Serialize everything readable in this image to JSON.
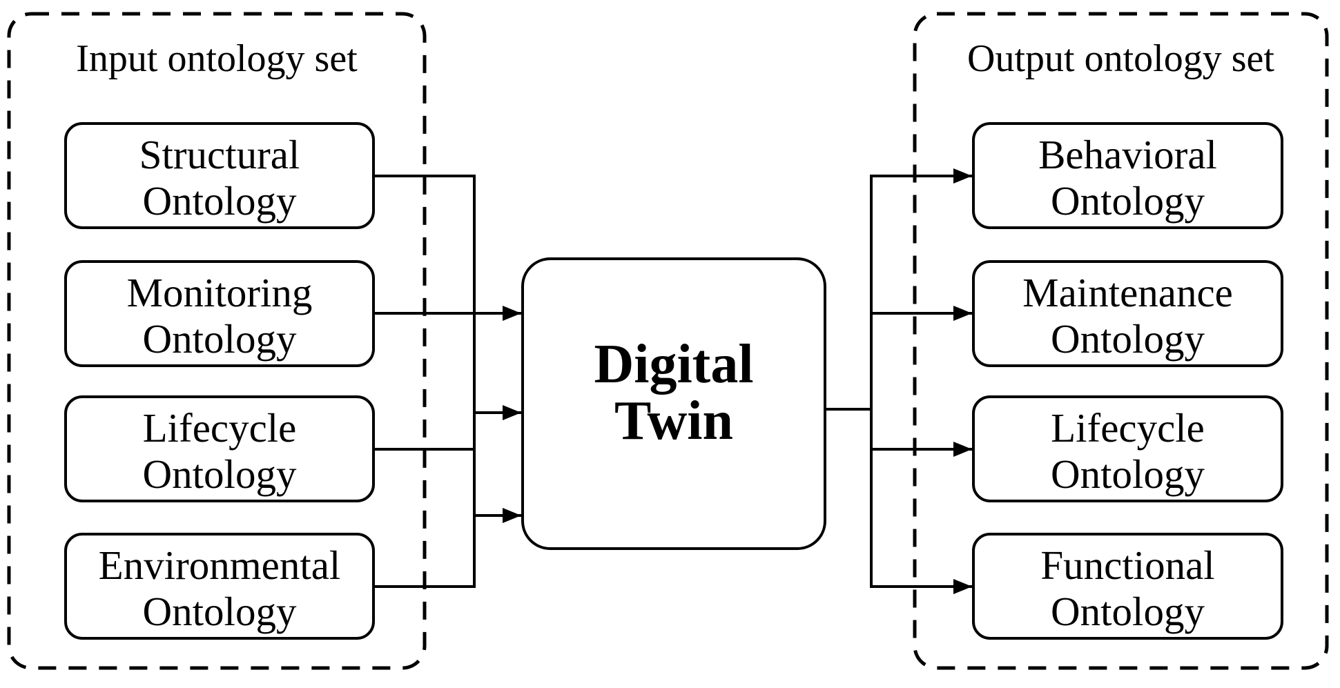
{
  "diagram": {
    "title": "Digital Twin ontology mapping diagram",
    "colors": {
      "line": "#000000",
      "text": "#000000",
      "background": "#ffffff"
    },
    "input_set": {
      "title": "Input ontology set",
      "items": [
        {
          "label": "Structural Ontology",
          "lines": [
            "Structural",
            "Ontology"
          ]
        },
        {
          "label": "Monitoring Ontology",
          "lines": [
            "Monitoring",
            "Ontology"
          ]
        },
        {
          "label": "Lifecycle Ontology",
          "lines": [
            "Lifecycle",
            "Ontology"
          ]
        },
        {
          "label": "Environmental Ontology",
          "lines": [
            "Environmental",
            "Ontology"
          ]
        }
      ]
    },
    "center": {
      "label": "Digital Twin",
      "lines": [
        "Digital",
        "Twin"
      ]
    },
    "output_set": {
      "title": "Output ontology set",
      "items": [
        {
          "label": "Behavioral Ontology",
          "lines": [
            "Behavioral",
            "Ontology"
          ]
        },
        {
          "label": "Maintenance Ontology",
          "lines": [
            "Maintenance",
            "Ontology"
          ]
        },
        {
          "label": "Lifecycle Ontology",
          "lines": [
            "Lifecycle",
            "Ontology"
          ]
        },
        {
          "label": "Functional Ontology",
          "lines": [
            "Functional",
            "Ontology"
          ]
        }
      ]
    },
    "connections": [
      {
        "from": "Structural Ontology",
        "to": "Digital Twin"
      },
      {
        "from": "Monitoring Ontology",
        "to": "Digital Twin"
      },
      {
        "from": "Lifecycle Ontology",
        "to": "Digital Twin"
      },
      {
        "from": "Environmental Ontology",
        "to": "Digital Twin"
      },
      {
        "from": "Digital Twin",
        "to": "Behavioral Ontology"
      },
      {
        "from": "Digital Twin",
        "to": "Maintenance Ontology"
      },
      {
        "from": "Digital Twin",
        "to": "Lifecycle Ontology"
      },
      {
        "from": "Digital Twin",
        "to": "Functional Ontology"
      }
    ]
  }
}
